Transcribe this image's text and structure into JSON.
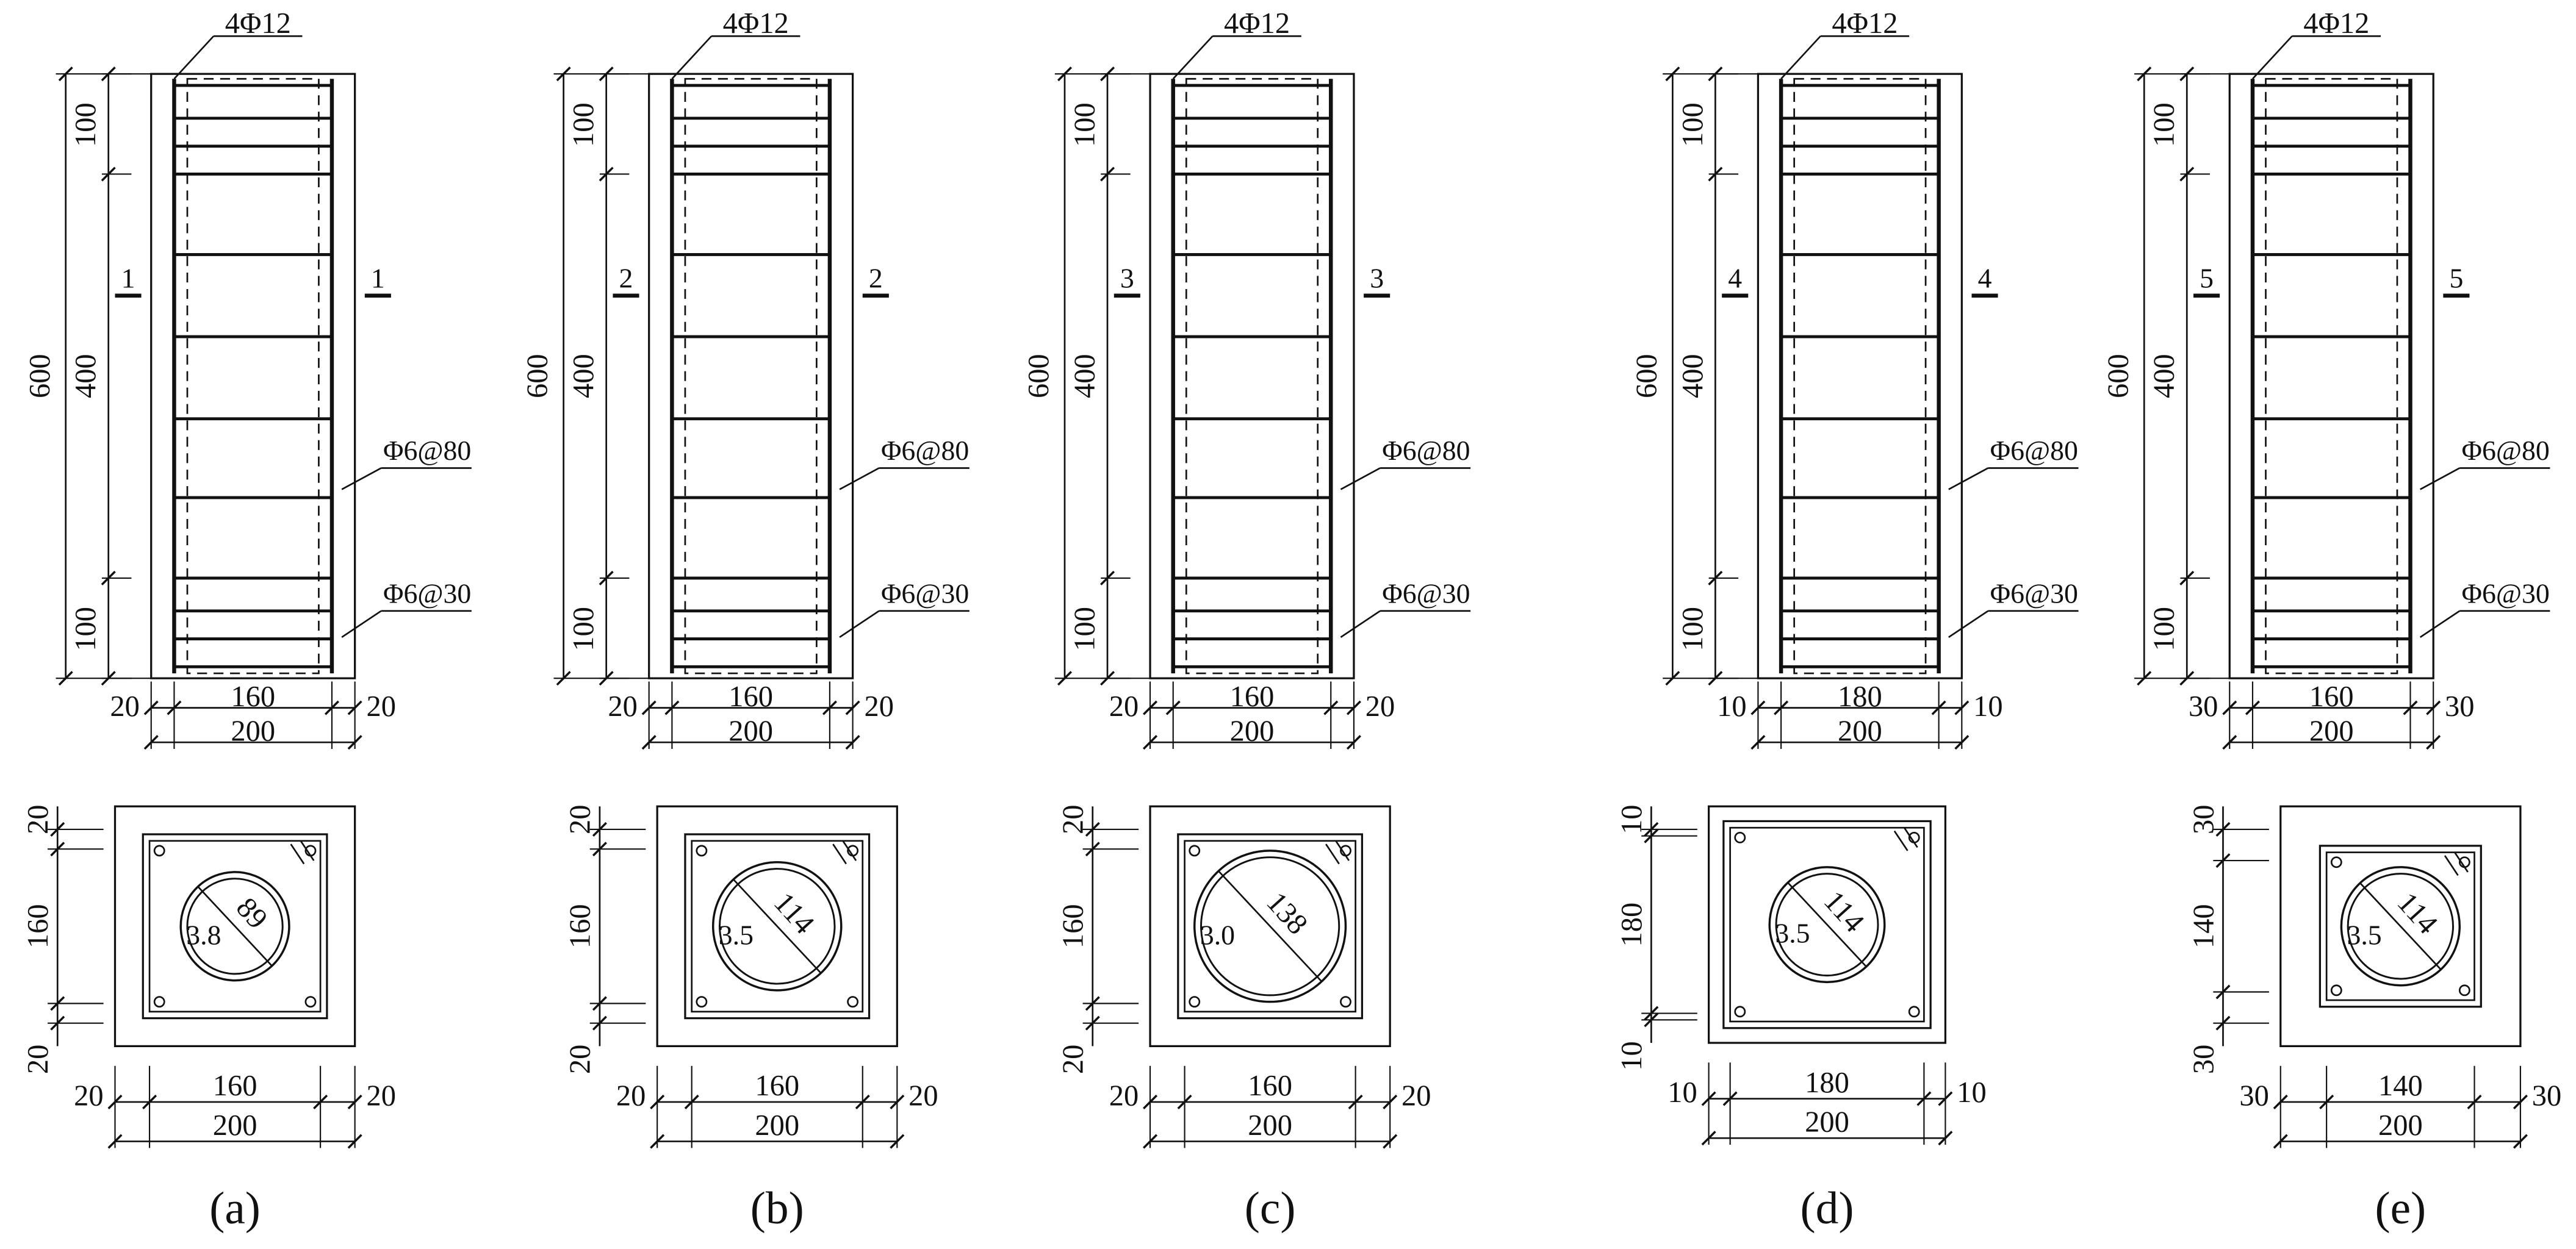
{
  "panels": [
    {
      "label": "(a)",
      "letter": "a",
      "section_mark": "1",
      "top_rebar": "4Φ12",
      "stirrup_mid": "Φ6@80",
      "stirrup_end": "Φ6@30",
      "elev": {
        "total": "600",
        "top": "100",
        "mid": "400",
        "bottom": "100",
        "cover_left": "20",
        "core": "160",
        "cover_right": "20",
        "width": "200"
      },
      "sec": {
        "cover_top": "20",
        "core_v": "160",
        "cover_bottom": "20",
        "cover_left": "20",
        "core_h": "160",
        "cover_right": "20",
        "width": "200",
        "tube_diameter": "89",
        "tube_thickness": "3.8"
      }
    },
    {
      "label": "(b)",
      "letter": "b",
      "section_mark": "2",
      "top_rebar": "4Φ12",
      "stirrup_mid": "Φ6@80",
      "stirrup_end": "Φ6@30",
      "elev": {
        "total": "600",
        "top": "100",
        "mid": "400",
        "bottom": "100",
        "cover_left": "20",
        "core": "160",
        "cover_right": "20",
        "width": "200"
      },
      "sec": {
        "cover_top": "20",
        "core_v": "160",
        "cover_bottom": "20",
        "cover_left": "20",
        "core_h": "160",
        "cover_right": "20",
        "width": "200",
        "tube_diameter": "114",
        "tube_thickness": "3.5"
      }
    },
    {
      "label": "(c)",
      "letter": "c",
      "section_mark": "3",
      "top_rebar": "4Φ12",
      "stirrup_mid": "Φ6@80",
      "stirrup_end": "Φ6@30",
      "elev": {
        "total": "600",
        "top": "100",
        "mid": "400",
        "bottom": "100",
        "cover_left": "20",
        "core": "160",
        "cover_right": "20",
        "width": "200"
      },
      "sec": {
        "cover_top": "20",
        "core_v": "160",
        "cover_bottom": "20",
        "cover_left": "20",
        "core_h": "160",
        "cover_right": "20",
        "width": "200",
        "tube_diameter": "138",
        "tube_thickness": "3.0"
      }
    },
    {
      "label": "(d)",
      "letter": "d",
      "section_mark": "4",
      "top_rebar": "4Φ12",
      "stirrup_mid": "Φ6@80",
      "stirrup_end": "Φ6@30",
      "elev": {
        "total": "600",
        "top": "100",
        "mid": "400",
        "bottom": "100",
        "cover_left": "10",
        "core": "180",
        "cover_right": "10",
        "width": "200"
      },
      "sec": {
        "cover_top": "10",
        "core_v": "180",
        "cover_bottom": "10",
        "cover_left": "10",
        "core_h": "180",
        "cover_right": "10",
        "width": "200",
        "tube_diameter": "114",
        "tube_thickness": "3.5"
      }
    },
    {
      "label": "(e)",
      "letter": "e",
      "section_mark": "5",
      "top_rebar": "4Φ12",
      "stirrup_mid": "Φ6@80",
      "stirrup_end": "Φ6@30",
      "elev": {
        "total": "600",
        "top": "100",
        "mid": "400",
        "bottom": "100",
        "cover_left": "30",
        "core": "160",
        "cover_right": "30",
        "width": "200"
      },
      "sec": {
        "cover_top": "30",
        "core_v": "140",
        "cover_bottom": "30",
        "cover_left": "30",
        "core_h": "140",
        "cover_right": "30",
        "width": "200",
        "tube_diameter": "114",
        "tube_thickness": "3.5"
      }
    }
  ]
}
